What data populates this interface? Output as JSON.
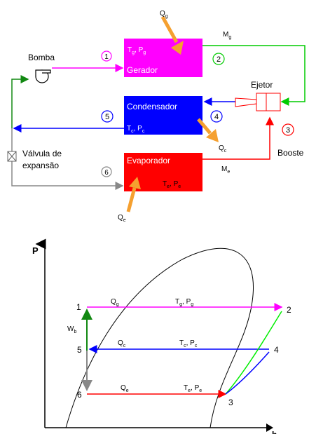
{
  "top_diagram": {
    "gerador": {
      "label": "Gerador",
      "temp": "T",
      "temp_sub": "g",
      "press": "P",
      "press_sub": "g",
      "heat": "Q",
      "heat_sub": "g",
      "color": "#ff00ff"
    },
    "condensador": {
      "label": "Condensador",
      "temp": "T",
      "temp_sub": "c",
      "press": "P",
      "press_sub": "c",
      "heat": "Q",
      "heat_sub": "c",
      "color": "#0000ff"
    },
    "evaporador": {
      "label": "Evaporador",
      "temp": "T",
      "temp_sub": "e",
      "press": "P",
      "press_sub": "e",
      "heat": "Q",
      "heat_sub": "e",
      "color": "#ff0000"
    },
    "bomba_label": "Bomba",
    "ejetor_label": "Ejetor",
    "valve_label_line1": "Válvula de",
    "valve_label_line2": "expansão",
    "booster_label": "Booste",
    "mg": "M",
    "mg_sub": "g",
    "me": "M",
    "me_sub": "e",
    "state_points": [
      "1",
      "2",
      "3",
      "4",
      "5",
      "6"
    ],
    "arrow_color": "#f5a030"
  },
  "ph_diagram": {
    "y_axis_label": "P",
    "x_axis_label": "h",
    "points": {
      "p1": "1",
      "p2": "2",
      "p3": "3",
      "p4": "4",
      "p5": "5",
      "p6": "6"
    },
    "qg": "Q",
    "qg_sub": "g",
    "qc": "Q",
    "qc_sub": "c",
    "qe": "Q",
    "qe_sub": "e",
    "wb": "W",
    "wb_sub": "b",
    "tg": "T",
    "tg_sub": "g",
    "pg": "P",
    "pg_sub": "g",
    "tc": "T",
    "tc_sub": "c",
    "pc": "P",
    "pc_sub": "c",
    "te": "T",
    "te_sub": "e",
    "pe": "P",
    "pe_sub": "e"
  }
}
